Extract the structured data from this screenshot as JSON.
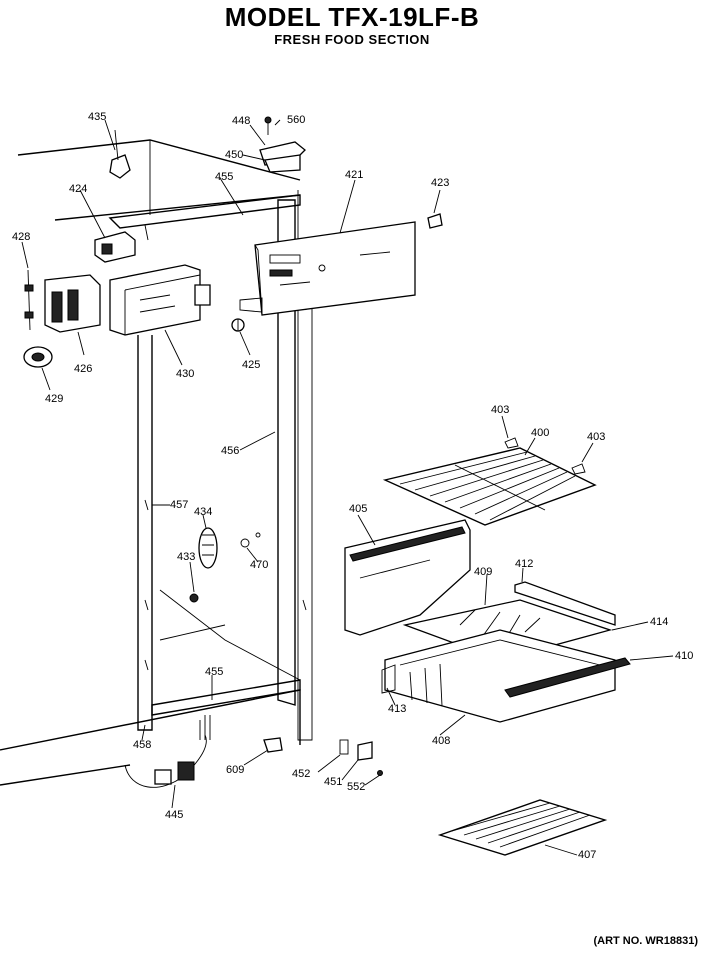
{
  "header": {
    "title": "MODEL TFX-19LF-B",
    "subtitle": "FRESH FOOD SECTION"
  },
  "footer": {
    "art_no": "(ART NO. WR18831)"
  },
  "parts": [
    "400",
    "403",
    "403",
    "405",
    "407",
    "408",
    "409",
    "410",
    "412",
    "413",
    "414",
    "421",
    "423",
    "424",
    "425",
    "426",
    "428",
    "429",
    "430",
    "433",
    "434",
    "435",
    "445",
    "448",
    "450",
    "451",
    "452",
    "455",
    "455",
    "456",
    "457",
    "458",
    "470",
    "552",
    "560",
    "609"
  ]
}
